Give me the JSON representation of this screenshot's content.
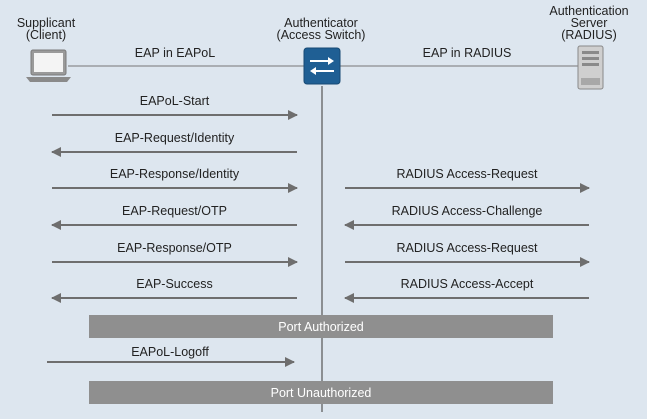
{
  "nodes": {
    "supplicant": {
      "line1": "Supplicant",
      "line2": "(Client)"
    },
    "authenticator": {
      "line1": "Authenticator",
      "line2": "(Access Switch)"
    },
    "server": {
      "line1": "Authentication",
      "line2": "Server",
      "line3": "(RADIUS)"
    }
  },
  "links": {
    "left": "EAP in EAPoL",
    "right": "EAP in RADIUS"
  },
  "client_messages": [
    {
      "label": "EAPoL-Start",
      "direction": "right"
    },
    {
      "label": "EAP-Request/Identity",
      "direction": "left"
    },
    {
      "label": "EAP-Response/Identity",
      "direction": "right"
    },
    {
      "label": "EAP-Request/OTP",
      "direction": "left"
    },
    {
      "label": "EAP-Response/OTP",
      "direction": "right"
    },
    {
      "label": "EAP-Success",
      "direction": "left"
    }
  ],
  "server_messages": [
    {
      "label": "RADIUS Access-Request",
      "direction": "right"
    },
    {
      "label": "RADIUS Access-Challenge",
      "direction": "left"
    },
    {
      "label": "RADIUS Access-Request",
      "direction": "right"
    },
    {
      "label": "RADIUS Access-Accept",
      "direction": "left"
    }
  ],
  "status": {
    "authorized": "Port Authorized",
    "logoff": "EAPoL-Logoff",
    "unauthorized": "Port Unauthorized"
  },
  "colors": {
    "background": "#dde6ef",
    "arrow": "#6e6e6e",
    "bar": "#8f8f8f",
    "switch": "#1f5f94"
  }
}
